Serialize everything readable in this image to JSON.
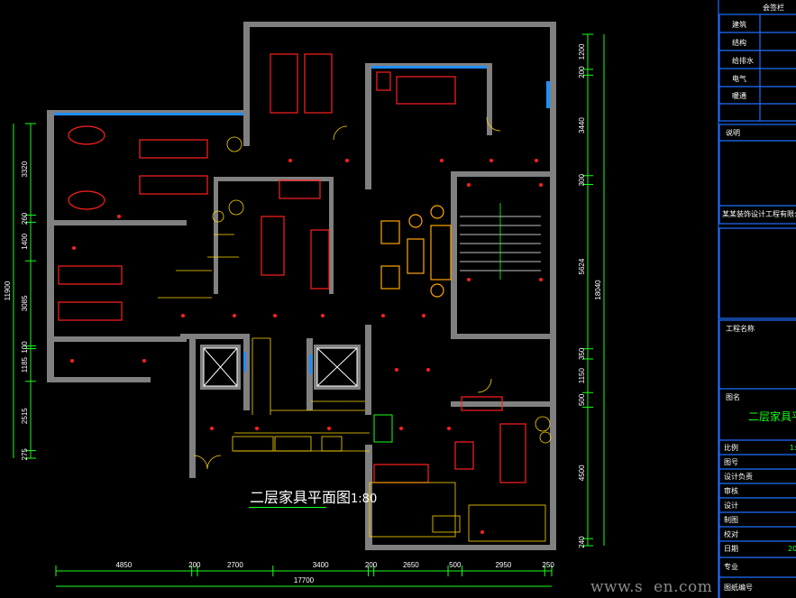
{
  "drawing": {
    "title": "二层家具平面图",
    "scale": "1:80",
    "colors": {
      "wall": "#808080",
      "dimension": "#19ff19",
      "furniture": "#ff2020",
      "detail": "#ffd800",
      "annotation": "#1e8fff",
      "background": "#000000"
    }
  },
  "dimensions": {
    "bottom": [
      "4850",
      "200",
      "2700",
      "3400",
      "200",
      "2650",
      "500",
      "2950",
      "250"
    ],
    "bottom_total": "17700",
    "left": [
      "3320",
      "260",
      "1400",
      "3085",
      "100",
      "1185",
      "2515",
      "275"
    ],
    "left_total": "11900",
    "right": [
      "1200",
      "200",
      "3440",
      "300",
      "5624",
      "350",
      "1150",
      "500",
      "4500",
      "240"
    ],
    "right_total": "18040"
  },
  "title_block": {
    "header": "会签栏",
    "sign_rows": [
      "建筑",
      "结构",
      "给排水",
      "电气",
      "暖通"
    ],
    "notes_label": "说明",
    "company": "某某装饰设计工程有限公司",
    "project_label": "工程名称",
    "drawing_label": "图名",
    "drawing_name": "二层家具平面图",
    "rows": [
      "比例",
      "图号",
      "设计负责",
      "审核",
      "设计",
      "制图",
      "校对",
      "日期",
      "专业",
      "图纸编号"
    ],
    "scale_value": "1:",
    "date_value": "20"
  },
  "watermark": "www.s  en.com"
}
